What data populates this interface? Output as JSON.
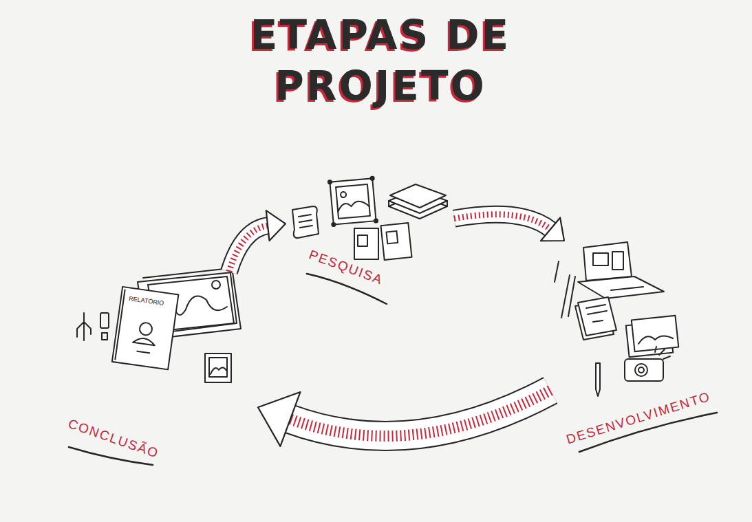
{
  "diagram": {
    "title": "ETAPAS DE PROJETO",
    "nodes": [
      {
        "text": [
          "PESQUISA"
        ]
      },
      {
        "text": [
          "DESENVOLVIMENTO"
        ]
      },
      {
        "text": [
          "CONCLUSÃO"
        ]
      }
    ],
    "edges": [
      {
        "from": 0,
        "to": 1,
        "arrow": "to"
      },
      {
        "from": 1,
        "to": 2,
        "arrow": "to"
      },
      {
        "from": 2,
        "to": 0,
        "arrow": "to"
      }
    ],
    "labels": [
      "RELATÓRIO"
    ]
  }
}
